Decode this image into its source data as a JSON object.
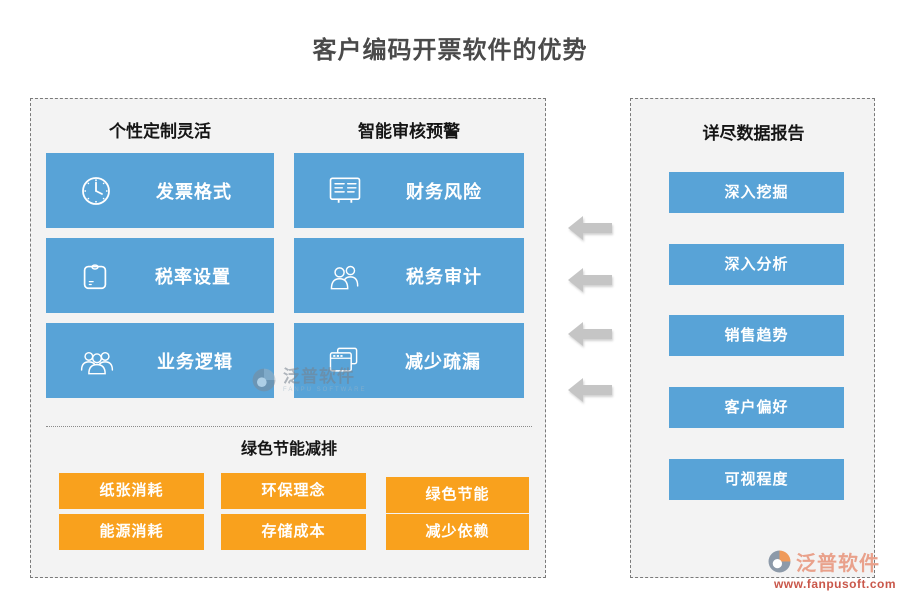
{
  "title": "客户编码开票软件的优势",
  "left_panel": {
    "columns": [
      {
        "header": "个性定制灵活",
        "items": [
          {
            "label": "发票格式",
            "icon": "clock-icon"
          },
          {
            "label": "税率设置",
            "icon": "pouch-icon"
          },
          {
            "label": "业务逻辑",
            "icon": "group-icon"
          }
        ]
      },
      {
        "header": "智能审核预警",
        "items": [
          {
            "label": "财务风险",
            "icon": "ledger-icon"
          },
          {
            "label": "税务审计",
            "icon": "people-icon"
          },
          {
            "label": "减少疏漏",
            "icon": "windows-icon"
          }
        ]
      }
    ],
    "bottom": {
      "header": "绿色节能减排",
      "items": [
        "纸张消耗",
        "环保理念",
        "绿色节能",
        "能源消耗",
        "存储成本",
        "减少依赖"
      ]
    }
  },
  "right_panel": {
    "header": "详尽数据报告",
    "items": [
      "深入挖掘",
      "深入分析",
      "销售趋势",
      "客户偏好",
      "可视程度"
    ]
  },
  "arrows": {
    "count": 4,
    "direction": "left"
  },
  "watermark": {
    "text": "泛普软件",
    "subtext": "FANPU SOFTWARE"
  },
  "footer_logo": {
    "text": "泛普软件",
    "url": "www.fanpusoft.com"
  },
  "colors": {
    "blue": "#58a3d7",
    "orange": "#f9a11d",
    "arrow_gray": "#c5c5c5",
    "panel_bg": "#f3f3f3",
    "title_gray": "#4a4a4a"
  }
}
